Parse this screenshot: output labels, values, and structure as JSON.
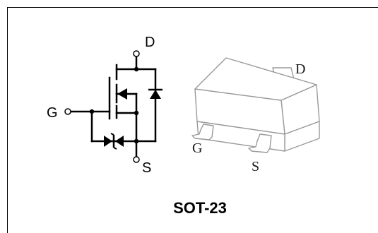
{
  "schematic": {
    "pin_drain": "D",
    "pin_gate": "G",
    "pin_source": "S"
  },
  "package": {
    "pin_drain": "D",
    "pin_gate": "G",
    "pin_source": "S",
    "name": "SOT-23"
  }
}
